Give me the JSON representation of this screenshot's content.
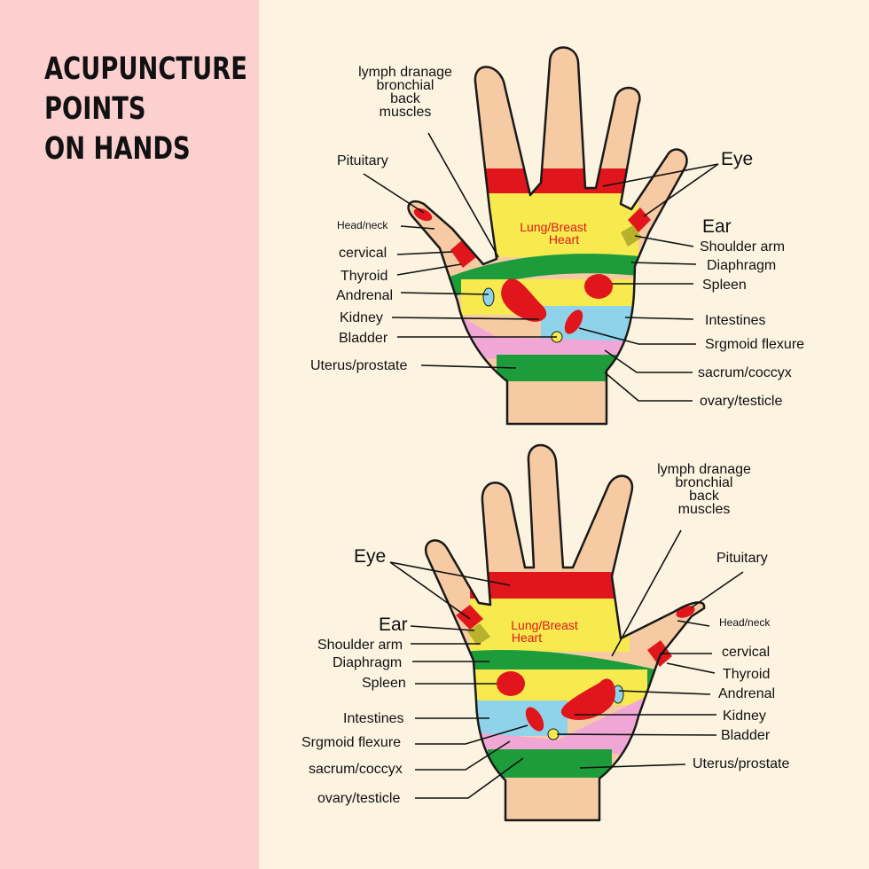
{
  "title_lines": [
    "ACUPUNCTURE",
    "POINTS",
    "ON HANDS"
  ],
  "colors": {
    "sidebar": "#fdd0d0",
    "background": "#fcf3e1",
    "skin": "#f6cba4",
    "red": "#e0161c",
    "yellow": "#f6ea4e",
    "green": "#1d9c3b",
    "blue": "#8fd3ea",
    "pink": "#f1a7d6",
    "olive": "#b9b12b",
    "outline": "#1a1a1a"
  },
  "labels": {
    "lymph": [
      "lymph dranage",
      "bronchial",
      "back",
      "muscles"
    ],
    "pituitary": "Pituitary",
    "eye": "Eye",
    "head_neck": "Head/neck",
    "ear": "Ear",
    "cervical": "cervical",
    "shoulder_arm": "Shoulder arm",
    "thyroid": "Thyroid",
    "diaphragm": "Diaphragm",
    "andrenal": "Andrenal",
    "spleen": "Spleen",
    "kidney": "Kidney",
    "intestines": "Intestines",
    "bladder": "Bladder",
    "sigmoid": "Srgmoid flexure",
    "uterus": "Uterus/prostate",
    "sacrum": "sacrum/coccyx",
    "ovary": "ovary/testicle",
    "lung": [
      "Lung/Breast",
      "Heart"
    ]
  }
}
